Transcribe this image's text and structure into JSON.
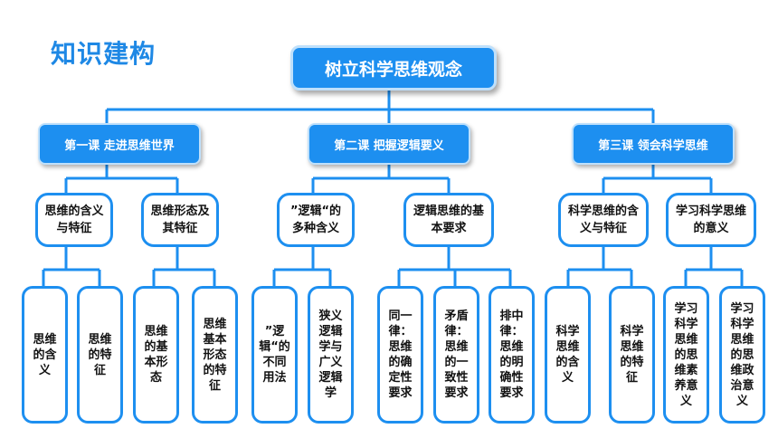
{
  "title": "知识建构",
  "root": "树立科学思维观念",
  "lessons": [
    "第一课  走进思维世界",
    "第二课  把握逻辑要义",
    "第三课  领会科学思维"
  ],
  "topics": [
    "思维的含义与特征",
    "思维形态及其特征",
    "”逻辑“的多种含义",
    "逻辑思维的基本要求",
    "科学思维的含义与特征",
    "学习科学思维的意义"
  ],
  "leaves": [
    "思维的含义",
    "思维的特征",
    "思维的基本形态",
    "思维基本形态的特征",
    "”逻辑“的不同用法",
    "狭义逻辑学与广义逻辑学",
    "同一律：思维的确定性要求",
    "矛盾律：思维的一致性要求",
    "排中律：思维的明确性要求",
    "科学思维的含义",
    "科学思维的特征",
    "学习科学思维的思维素养意义",
    "学习科学思维的思维政治意义"
  ],
  "colors": {
    "accent": "#1d8ff0",
    "title": "#1e88e5"
  }
}
